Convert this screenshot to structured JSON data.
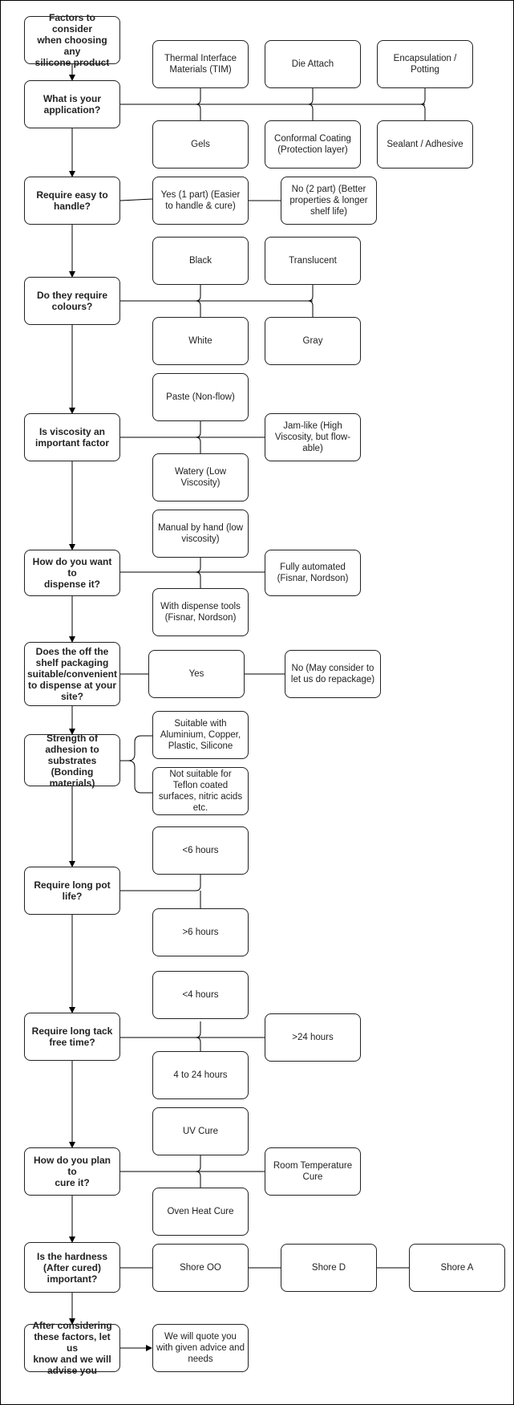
{
  "title": "Factors to consider\nwhen choosing any\nsilicone product",
  "questions": [
    {
      "id": "application",
      "text": "What is your\napplication?",
      "options": [
        "Thermal Interface\nMaterials (TIM)",
        "Die Attach",
        "Encapsulation /\nPotting",
        "Gels",
        "Conformal Coating\n(Protection layer)",
        "Sealant / Adhesive"
      ]
    },
    {
      "id": "handle",
      "text": "Require easy to\nhandle?",
      "options": [
        "Yes (1 part) (Easier\nto handle & cure)",
        "No (2 part) (Better\nproperties & longer\nshelf life)"
      ]
    },
    {
      "id": "colours",
      "text": "Do they require\ncolours?",
      "options": [
        "Black",
        "Translucent",
        "White",
        "Gray"
      ]
    },
    {
      "id": "viscosity",
      "text": "Is viscosity an\nimportant factor",
      "options": [
        "Paste (Non-flow)",
        "Jam-like (High\nViscosity, but flow-\nable)",
        "Watery (Low\nViscosity)"
      ]
    },
    {
      "id": "dispense",
      "text": "How do you want to\ndispense it?",
      "options": [
        "Manual by hand (low\nviscosity)",
        "Fully automated\n(Fisnar, Nordson)",
        "With dispense tools\n(Fisnar, Nordson)"
      ]
    },
    {
      "id": "packaging",
      "text": "Does the off the\nshelf packaging\nsuitable/convenient\nto dispense at your\nsite?",
      "options": [
        "Yes",
        "No (May consider to\nlet us do repackage)"
      ]
    },
    {
      "id": "adhesion",
      "text": "Strength of\nadhesion to\nsubstrates\n(Bonding materials)",
      "options": [
        "Suitable with\nAluminium, Copper,\nPlastic, Silicone",
        "Not suitable for\nTeflon coated\nsurfaces, nitric acids\netc."
      ]
    },
    {
      "id": "potlife",
      "text": "Require long pot\nlife?",
      "options": [
        "<6 hours",
        ">6 hours"
      ]
    },
    {
      "id": "tackfree",
      "text": "Require long tack\nfree time?",
      "options": [
        "<4 hours",
        ">24 hours",
        "4 to 24 hours"
      ]
    },
    {
      "id": "cure",
      "text": "How do you plan to\ncure it?",
      "options": [
        "UV Cure",
        "Room Temperature\nCure",
        "Oven Heat Cure"
      ]
    },
    {
      "id": "hardness",
      "text": "Is the hardness\n(After cured)\nimportant?",
      "options": [
        "Shore OO",
        "Shore D",
        "Shore A"
      ]
    }
  ],
  "final": {
    "text": "After considering\nthese factors, let us\nknow and we will\nadvise you",
    "result": "We will quote you\nwith given advice and\nneeds"
  }
}
